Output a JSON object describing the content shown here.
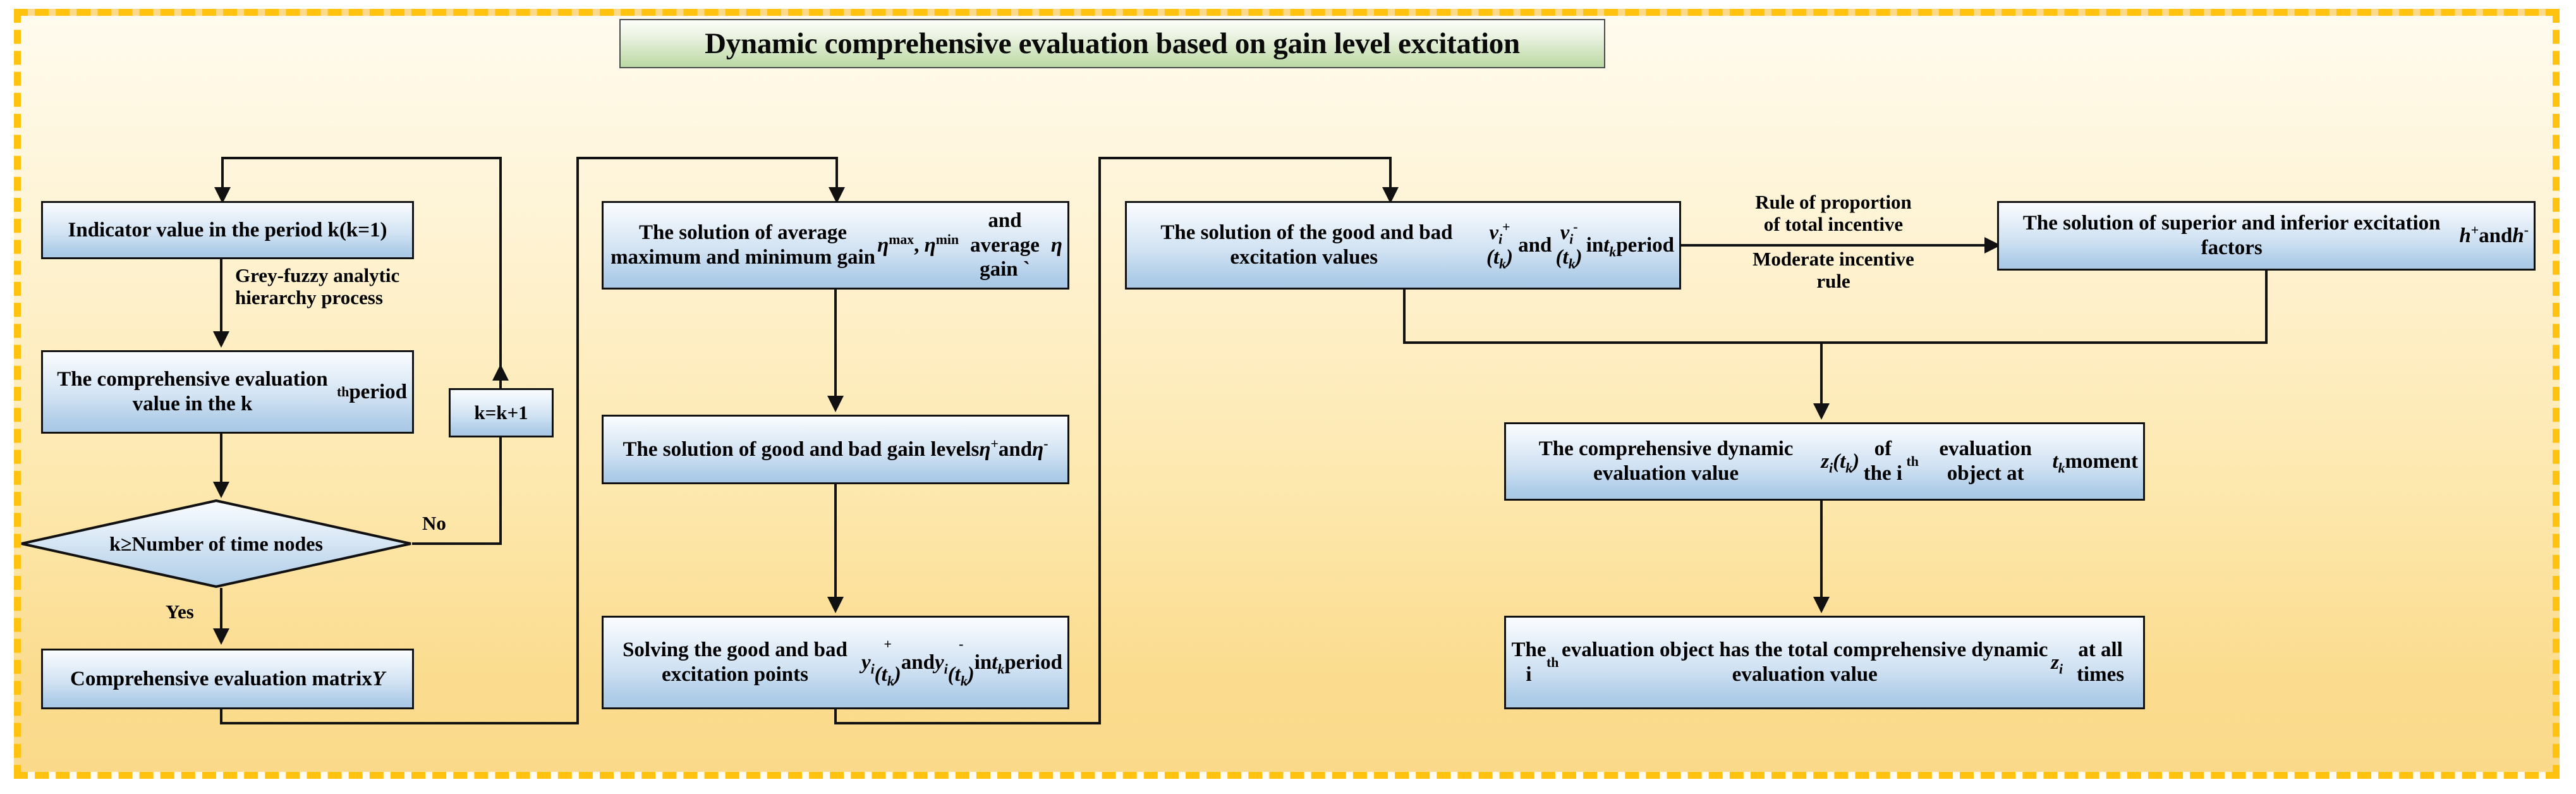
{
  "title": "Dynamic comprehensive evaluation based on gain level excitation",
  "colors": {
    "frame_border": "#FFC20E",
    "title_fill": "#CFE3BD",
    "box_fill": "#BDD7EE",
    "line": "#111111"
  },
  "left_column": {
    "box_indicator": "Indicator value in the period k(k=1)",
    "label_grey_fuzzy": "Grey-fuzzy analytic hierarchy process",
    "box_comprehensive_value": "The comprehensive evaluation value in the k<sup>th</sup> period",
    "decision": "k≥Number of time nodes",
    "label_no": "No",
    "label_yes": "Yes",
    "box_increment": "k=k+1",
    "box_matrix": "Comprehensive evaluation matrix <i>Y</i>"
  },
  "middle_column": {
    "box_avg_gain": "The solution of average maximum and minimum gain <i>η<sup>max</sup></i>,&nbsp; <i>η<sup>min</sup></i>and average gain `<i>η</i>",
    "box_gain_levels": "The solution of good and bad gain levels <i>η<sup>+</sup></i> and <i>η<sup>-</sup></i>",
    "box_excitation_points": "Solving the good and bad excitation points <i>y<sub>i</sub></i> <i><sup>+</sup>(t<sub>k</sub>)</i> and <i>y<sub>i</sub></i> <i><sup>-</sup>(t<sub>k</sub>)</i> in <i>t<sub>k</sub></i> period"
  },
  "right_column": {
    "box_excitation_values": "The solution of the good and bad excitation values&nbsp; <i>v<sub>i</sub><sup>+</sup>(t<sub>k</sub>)</i> and <i>v<sub>i</sub><sup>-</sup>(t<sub>k</sub>)</i> in <i>t<sub>k</sub></i> period",
    "label_rule_top": "Rule of proportion of total incentive",
    "label_rule_bottom": "Moderate incentive rule",
    "box_excitation_factors": "The solution of superior and inferior excitation factors <i>h<sup>+</sup></i> and <i>h<sup>-</sup></i>",
    "box_dynamic_value": "The comprehensive dynamic evaluation value <i>z<sub>i</sub>(t<sub>k</sub>)</i> of the i<sup>th</sup> evaluation object at <i>t<sub>k</sub></i> moment",
    "box_total_value": "The i<sup>th</sup> evaluation object has the total comprehensive dynamic evaluation value <i>z<sub>i</sub></i> at all times"
  }
}
